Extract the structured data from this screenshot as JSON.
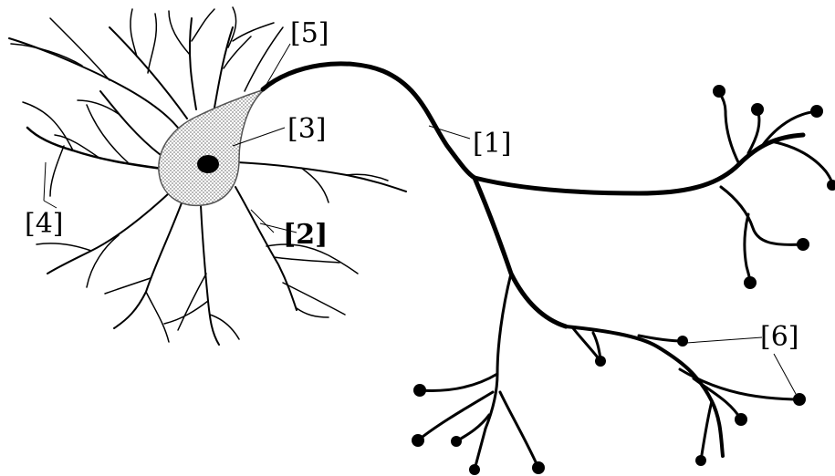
{
  "labels": {
    "l1": "[1]",
    "l2": "[2]",
    "l3": "[3]",
    "l4": "[4]",
    "l5": "[5]",
    "l6": "[6]"
  },
  "colors": {
    "ink": "#000000",
    "soma_fill": "#d6d6d6",
    "nucleus": "#000000"
  }
}
